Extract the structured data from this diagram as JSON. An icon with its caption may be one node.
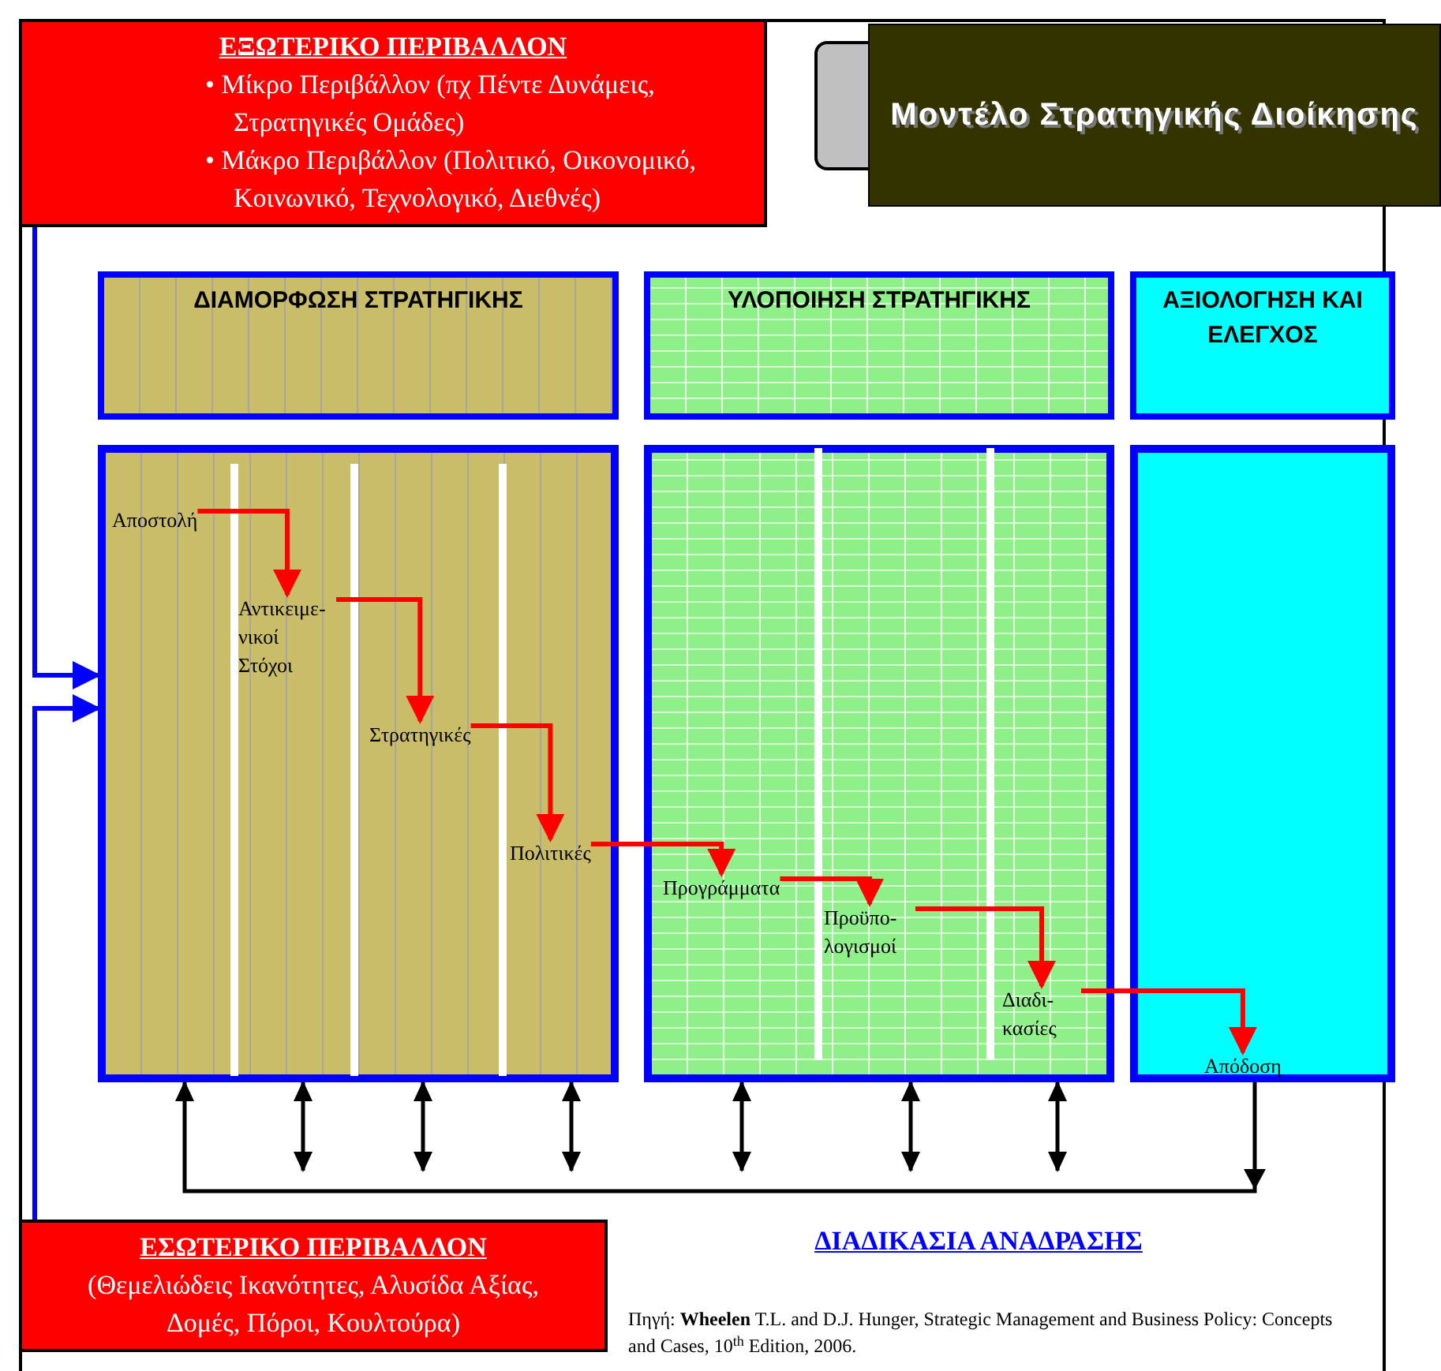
{
  "diagram": {
    "title": "Μοντέλο Στρατηγικής Διοίκησης",
    "nodes": [
      {
        "text": [
          "ΕΞΩΤΕΡΙΚΟ ΠΕΡΙΒΑΛΛΟΝ",
          "• Μίκρο Περιβάλλον (πχ Πέντε Δυνάμεις, Στρατηγικές Ομάδες)",
          "• Μάκρο Περιβάλλον (Πολιτικό, Οικονομικό, Κοινωνικό, Τεχνολογικό, Διεθνές)"
        ]
      },
      {
        "text": [
          "ΔΙΑΜΟΡΦΩΣΗ ΣΤΡΑΤΗΓΙΚΗΣ"
        ]
      },
      {
        "text": [
          "ΥΛΟΠΟΙΗΣΗ ΣΤΡΑΤΗΓΙΚΗΣ"
        ]
      },
      {
        "text": [
          "ΑΞΙΟΛΟΓΗΣΗ ΚΑΙ ΕΛΕΓΧΟΣ"
        ]
      },
      {
        "text": [],
        "shape": "box"
      },
      {
        "text": [
          "Αποστολή"
        ],
        "in": 4
      },
      {
        "text": [
          "Αντικειμε- νικοί Στόχοι"
        ],
        "in": 4
      },
      {
        "text": [
          "Στρατηγικές"
        ],
        "in": 4
      },
      {
        "text": [
          "Πολιτικές"
        ],
        "in": 4
      },
      {
        "text": [],
        "shape": "box"
      },
      {
        "text": [
          "Προγράμματα"
        ],
        "in": 9
      },
      {
        "text": [
          "Προϋπο- λογισμοί"
        ],
        "in": 9
      },
      {
        "text": [
          "Διαδι- κασίες"
        ],
        "in": 9
      },
      {
        "text": [],
        "shape": "box"
      },
      {
        "text": [
          "Απόδοση"
        ],
        "in": 13
      },
      {
        "text": [
          "ΕΣΩΤΕΡΙΚΟ ΠΕΡΙΒΑΛΛΟΝ",
          "(Θεμελιώδεις Ικανότητες, Αλυσίδα Αξίας, Δομές, Πόροι, Κουλτούρα)"
        ]
      },
      {
        "text": [],
        "shape": "box"
      }
    ],
    "edges": [
      {
        "from": 5,
        "to": 6,
        "arrow": "to",
        "color": "#ff0000"
      },
      {
        "from": 6,
        "to": 7,
        "arrow": "to",
        "color": "#ff0000"
      },
      {
        "from": 7,
        "to": 8,
        "arrow": "to",
        "color": "#ff0000"
      },
      {
        "from": 8,
        "to": 10,
        "arrow": "to",
        "color": "#ff0000"
      },
      {
        "from": 10,
        "to": 11,
        "arrow": "to",
        "color": "#ff0000"
      },
      {
        "from": 11,
        "to": 12,
        "arrow": "to",
        "color": "#ff0000"
      },
      {
        "from": 12,
        "to": 14,
        "arrow": "to",
        "color": "#ff0000"
      },
      {
        "from": 0,
        "to": 4,
        "arrow": "to",
        "color": "#0000ff"
      },
      {
        "from": 15,
        "to": 4,
        "arrow": "to",
        "color": "#0000ff"
      },
      {
        "from": 4,
        "to": null,
        "arrow": "both",
        "color": "#000000"
      },
      {
        "from": 4,
        "to": null,
        "arrow": "both",
        "color": "#000000"
      },
      {
        "from": 4,
        "to": null,
        "arrow": "both",
        "color": "#000000"
      },
      {
        "from": 9,
        "to": null,
        "arrow": "both",
        "color": "#000000"
      },
      {
        "from": 9,
        "to": null,
        "arrow": "both",
        "color": "#000000"
      },
      {
        "from": 9,
        "to": null,
        "arrow": "both",
        "color": "#000000"
      },
      {
        "from": 13,
        "to": 4,
        "arrow": "to",
        "color": "#000000"
      }
    ],
    "labels": [
      "ΔΙΑΔΙΚΑΣΙΑ ΑΝΑΔΡΑΣΗΣ",
      "Πηγή: **Wheelen** T.L. and D.J. Hunger, Strategic Management and Business Policy: Concepts and Cases, 10$^{th}$ Edition, 2006."
    ]
  }
}
